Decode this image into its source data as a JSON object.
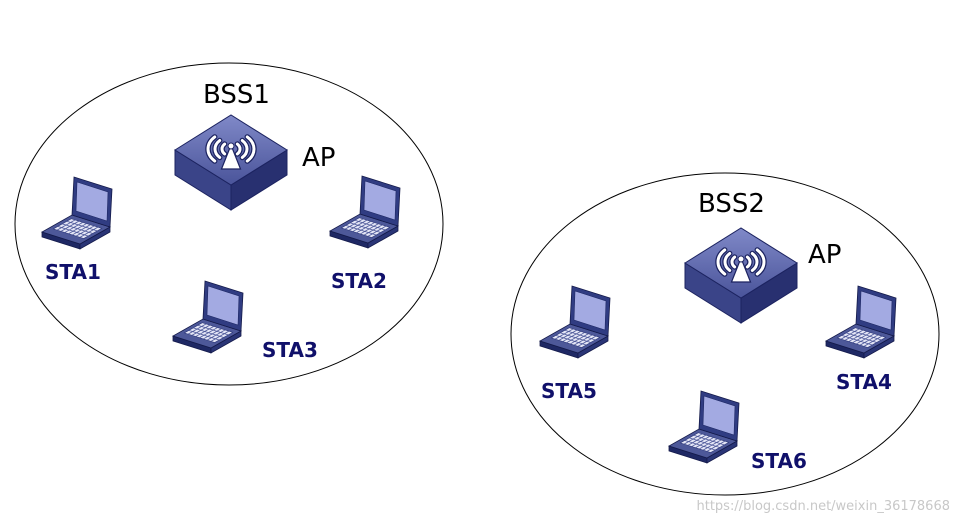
{
  "diagram": {
    "bss": [
      {
        "name": "BSS1",
        "ap_label": "AP",
        "stations": [
          "STA1",
          "STA2",
          "STA3"
        ]
      },
      {
        "name": "BSS2",
        "ap_label": "AP",
        "stations": [
          "STA4",
          "STA5",
          "STA6"
        ]
      }
    ]
  },
  "watermark": "https://blog.csdn.net/weixin_36178668",
  "icons": {
    "access_point": "wireless-access-point-icon",
    "station": "laptop-icon"
  },
  "colors": {
    "station_label": "#10106a",
    "title_text": "#000000",
    "boundary": "#000000",
    "watermark": "#c8c8c8"
  }
}
